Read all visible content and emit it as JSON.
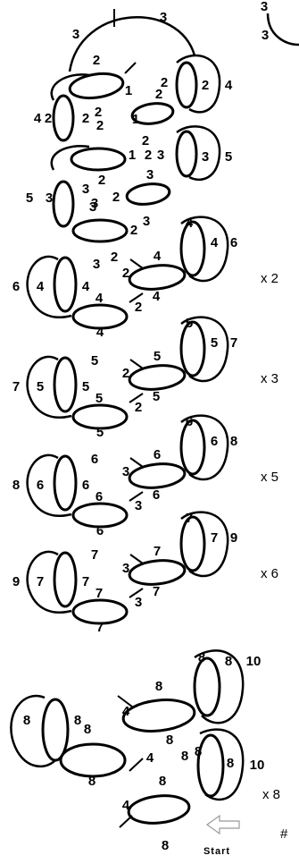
{
  "pattern": {
    "count_labels": [
      "1",
      "2",
      "3",
      "4",
      "5",
      "6",
      "7",
      "8",
      "9",
      "10"
    ],
    "repeat_labels": [
      "x 2",
      "x 3",
      "x 5",
      "x 6",
      "x 8"
    ],
    "start_label": "Start",
    "hash_mark": "#"
  }
}
